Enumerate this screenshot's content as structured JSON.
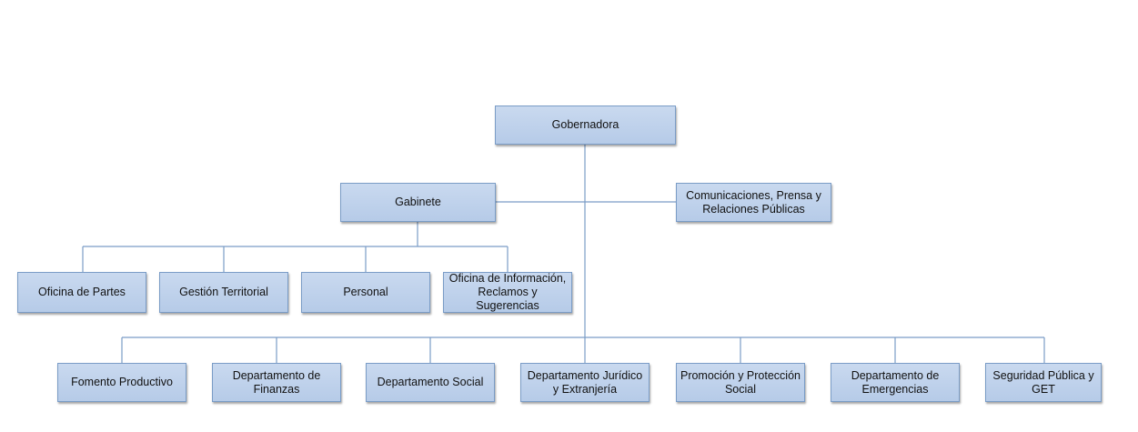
{
  "org_chart": {
    "root": "Gobernadora",
    "gabinete": "Gabinete",
    "comunicaciones": "Comunicaciones, Prensa y Relaciones Públicas",
    "gabinete_units": [
      "Oficina de Partes",
      "Gestión Territorial",
      "Personal",
      "Oficina de Información, Reclamos y Sugerencias"
    ],
    "departments": [
      "Fomento Productivo",
      "Departamento de Finanzas",
      "Departamento Social",
      "Departamento Jurídico y Extranjería",
      "Promoción y Protección Social",
      "Departamento de Emergencias",
      "Seguridad Pública y GET"
    ]
  },
  "colors": {
    "box_fill_top": "#c9d9ef",
    "box_fill_bottom": "#b6cbe8",
    "box_border": "#7a9cc6",
    "connector": "#7a9cc6"
  }
}
